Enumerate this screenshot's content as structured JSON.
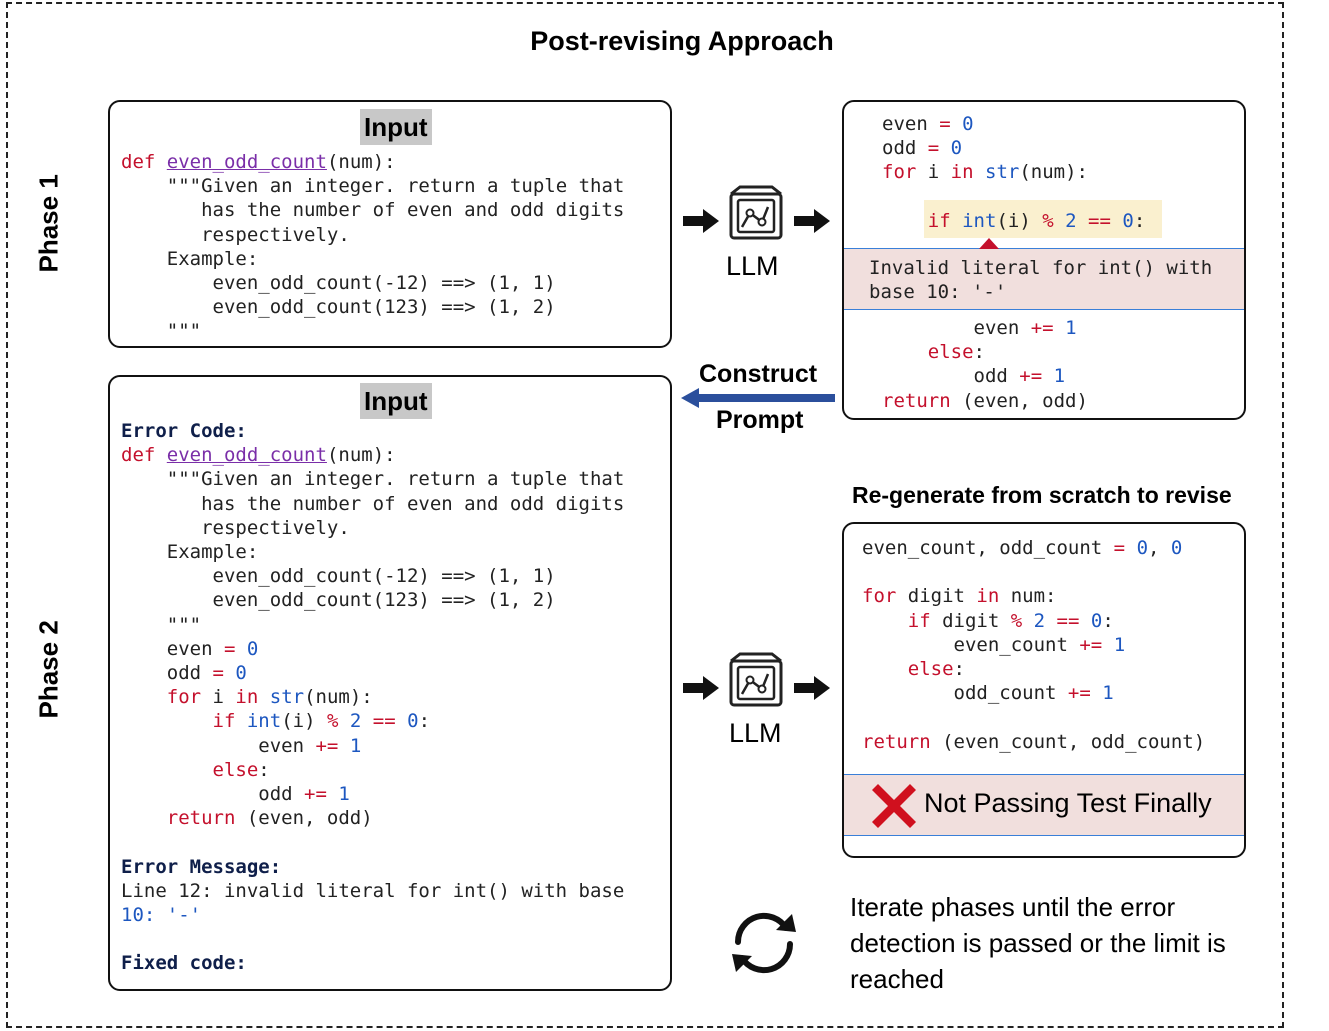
{
  "title": "Post-revising Approach",
  "phases": {
    "phase1": "Phase 1",
    "phase2": "Phase 2"
  },
  "input_label": "Input",
  "llm_label": "LLM",
  "construct_prompt": {
    "line1": "Construct",
    "line2": "Prompt"
  },
  "regen_heading": "Re-generate from scratch to revise",
  "phase1_input": {
    "def_kw": "def",
    "fn_name": "even_odd_count",
    "sig_rest": "(num):",
    "docstring": [
      "\"\"\"Given an integer. return a tuple that",
      "has the number of even and odd digits",
      "respectively.",
      "Example:",
      "even_odd_count(-12) ==> (1, 1)",
      "even_odd_count(123) ==> (1, 2)",
      "\"\"\""
    ]
  },
  "phase1_output": {
    "error_message": "Invalid literal for int() with base 10: '-'"
  },
  "phase2_input": {
    "error_code_label": "Error Code:",
    "error_message_label": "Error Message:",
    "error_message_line1": "Line 12: invalid literal for int() with base",
    "error_message_line2": "10: '-'",
    "fixed_code_label": "Fixed code:"
  },
  "phase2_output": {
    "result": "Not Passing Test Finally"
  },
  "note": "Iterate phases until the error detection is passed or the limit is reached",
  "colors": {
    "keyword": "#c4102c",
    "number": "#1d57c0",
    "function": "#7a2ea8",
    "error_band": "#f1dfdd",
    "highlight": "#faf0cf",
    "arrow_blue": "#2b4f9c",
    "cross_red": "#d0101e"
  },
  "icons": [
    "llm-icon",
    "right-arrow-icon",
    "left-arrow-icon",
    "cross-icon",
    "cycle-icon"
  ]
}
